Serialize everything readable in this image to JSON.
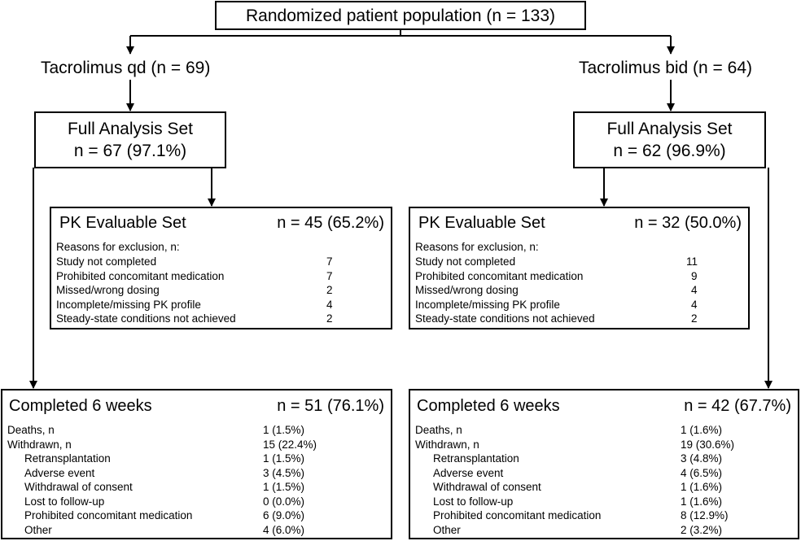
{
  "randomized": {
    "label": "Randomized patient population (n = 133)"
  },
  "arms": [
    {
      "title": "Tacrolimus qd (n = 69)",
      "fas": {
        "line1": "Full Analysis Set",
        "line2": "n = 67 (97.1%)"
      },
      "pk": {
        "title": "PK Evaluable Set",
        "n": "n = 45 (65.2%)",
        "reasons_header": "Reasons for exclusion, n:",
        "reasons": [
          {
            "label": "Study not completed",
            "value": "7"
          },
          {
            "label": "Prohibited concomitant medication",
            "value": "7"
          },
          {
            "label": "Missed/wrong dosing",
            "value": "2"
          },
          {
            "label": "Incomplete/missing PK profile",
            "value": "4"
          },
          {
            "label": "Steady-state conditions not achieved",
            "value": "2"
          }
        ]
      },
      "completed": {
        "title": "Completed 6 weeks",
        "n": "n = 51 (76.1%)",
        "rows": [
          {
            "label": "Deaths, n",
            "value": "1 (1.5%)",
            "indent": false
          },
          {
            "label": "Withdrawn, n",
            "value": "15 (22.4%)",
            "indent": false
          },
          {
            "label": "Retransplantation",
            "value": "1 (1.5%)",
            "indent": true
          },
          {
            "label": "Adverse event",
            "value": "3 (4.5%)",
            "indent": true
          },
          {
            "label": "Withdrawal of consent",
            "value": "1 (1.5%)",
            "indent": true
          },
          {
            "label": "Lost to follow-up",
            "value": "0 (0.0%)",
            "indent": true
          },
          {
            "label": "Prohibited concomitant medication",
            "value": "6 (9.0%)",
            "indent": true
          },
          {
            "label": "Other",
            "value": "4 (6.0%)",
            "indent": true
          }
        ]
      }
    },
    {
      "title": "Tacrolimus bid (n = 64)",
      "fas": {
        "line1": "Full Analysis Set",
        "line2": "n = 62 (96.9%)"
      },
      "pk": {
        "title": "PK Evaluable Set",
        "n": "n = 32 (50.0%)",
        "reasons_header": "Reasons for exclusion, n:",
        "reasons": [
          {
            "label": "Study not completed",
            "value": "11"
          },
          {
            "label": "Prohibited concomitant medication",
            "value": "9"
          },
          {
            "label": "Missed/wrong dosing",
            "value": "4"
          },
          {
            "label": "Incomplete/missing PK profile",
            "value": "4"
          },
          {
            "label": "Steady-state conditions not achieved",
            "value": "2"
          }
        ]
      },
      "completed": {
        "title": "Completed 6 weeks",
        "n": "n = 42 (67.7%)",
        "rows": [
          {
            "label": "Deaths, n",
            "value": "1 (1.6%)",
            "indent": false
          },
          {
            "label": "Withdrawn, n",
            "value": "19 (30.6%)",
            "indent": false
          },
          {
            "label": "Retransplantation",
            "value": "3 (4.8%)",
            "indent": true
          },
          {
            "label": "Adverse event",
            "value": "4 (6.5%)",
            "indent": true
          },
          {
            "label": "Withdrawal of consent",
            "value": "1 (1.6%)",
            "indent": true
          },
          {
            "label": "Lost to follow-up",
            "value": "1 (1.6%)",
            "indent": true
          },
          {
            "label": "Prohibited concomitant medication",
            "value": "8 (12.9%)",
            "indent": true
          },
          {
            "label": "Other",
            "value": "2 (3.2%)",
            "indent": true
          }
        ]
      }
    }
  ]
}
